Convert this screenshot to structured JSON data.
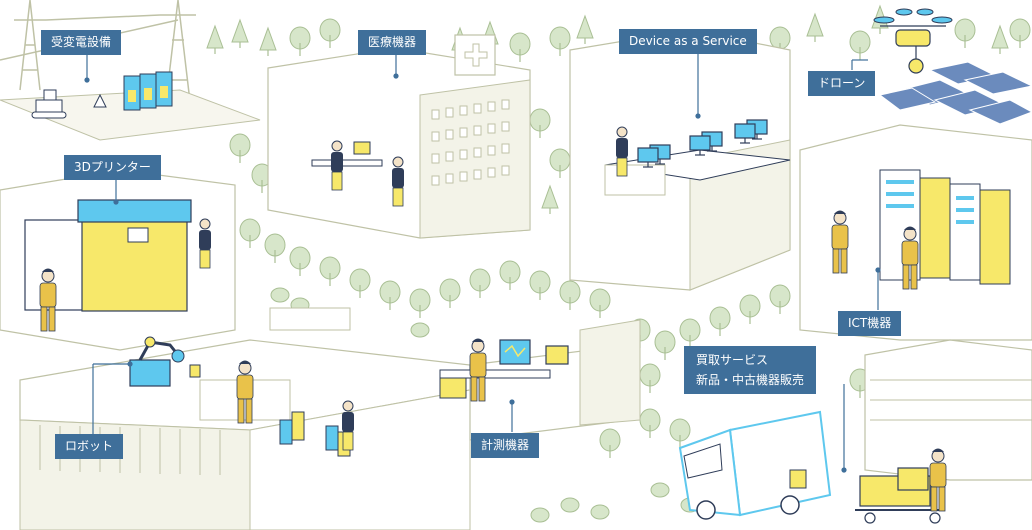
{
  "colors": {
    "label_bg": "#3f6f9a",
    "label_text": "#ffffff",
    "line": "#bfc2a6",
    "tree": "#d7e6ca",
    "tree_stroke": "#a9bf94",
    "building_side": "#f3f3e8",
    "yellow": "#f7e86a",
    "cyan": "#5ec8ee",
    "navy": "#2f3d59",
    "worker": "#e9c24a"
  },
  "labels": {
    "substation": "受変電設備",
    "medical": "医療機器",
    "daas": "Device as a Service",
    "drone": "ドローン",
    "printer3d": "3Dプリンター",
    "ict": "ICT機器",
    "purchase_line1": "買取サービス",
    "purchase_line2": "新品・中古機器販売",
    "robot": "ロボット",
    "measurement": "計測機器"
  }
}
